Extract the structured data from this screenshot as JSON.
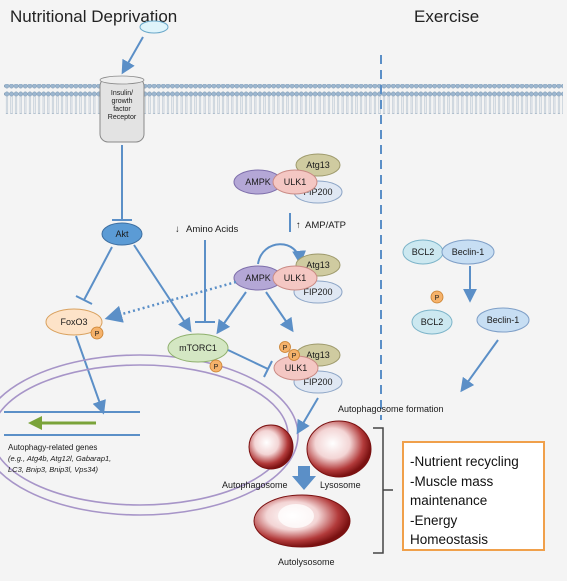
{
  "titles": {
    "left": "Nutritional Deprivation",
    "right": "Exercise"
  },
  "receptor": {
    "line1": "Insulin/",
    "line2": "growth",
    "line3": "factor",
    "line4": "Receptor"
  },
  "nodes": {
    "akt": "Akt",
    "foxo3": "FoxO3",
    "p": "P",
    "mtorc1": "mTORC1",
    "ampk": "AMPK",
    "ulk1": "ULK1",
    "atg13": "Atg13",
    "fip200": "FIP200",
    "bcl2": "BCL2",
    "beclin1": "Beclin-1"
  },
  "labels": {
    "amino_acids": "Amino Acids",
    "amino_arrow": "↓",
    "amp_atp": "AMP/ATP",
    "amp_arrow": "↑",
    "autophagosome_formation": "Autophagosome formation",
    "autophagosome": "Autophagosome",
    "lysosome": "Lysosome",
    "autolysosome": "Autolysosome",
    "genes_title": "Autophagy-related genes",
    "genes_line1": "(e.g., Atg4b, Atg12l, Gabarap1,",
    "genes_line2": "LC3, Bnip3, Bnip3l, Vps34)"
  },
  "outcomes": {
    "line1": "-Nutrient recycling",
    "line2": "-Muscle mass",
    "line3": "maintenance",
    "line4": "-Energy",
    "line5": "Homeostasis"
  },
  "colors": {
    "arrow": "#5b8fc7",
    "akt": "#5b9bd5",
    "foxo3": "#fde3c8",
    "p_badge": "#f5b26b",
    "mtorc1": "#d4e7c3",
    "ampk": "#b4a7d6",
    "ulk1": "#f4c7c3",
    "atg13": "#cfcba0",
    "fip200": "#dfe7f3",
    "bcl2": "#cce8f0",
    "beclin1": "#c7def3",
    "box_border": "#f0a04b",
    "lysosome": "#8b1a1a"
  }
}
